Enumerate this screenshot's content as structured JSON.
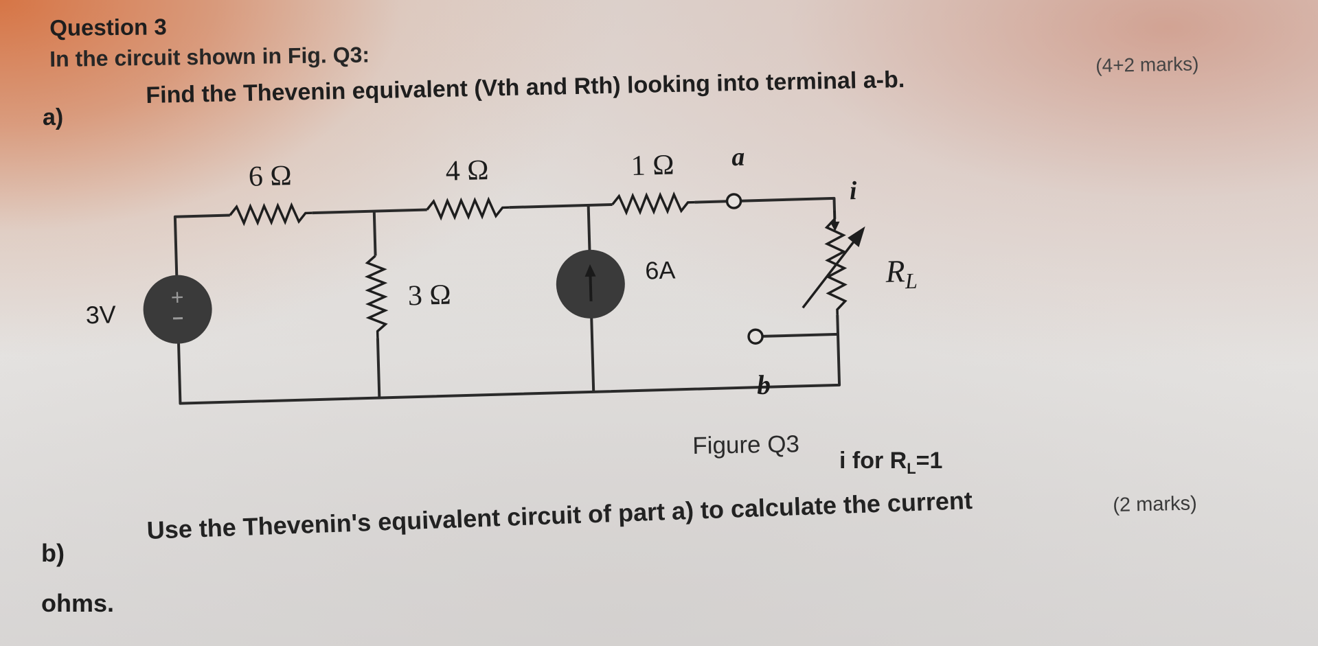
{
  "question": {
    "title": "Question 3",
    "intro": "In the circuit shown in Fig. Q3:"
  },
  "part_a": {
    "label": "a)",
    "text": "Find the Thevenin equivalent (Vth and Rth) looking into terminal a-b.",
    "marks": "(4+2 marks)"
  },
  "figure": {
    "caption": "Figure Q3",
    "labels": {
      "r1": "6 Ω",
      "r2": "4 Ω",
      "r3": "1 Ω",
      "r_shunt": "3 Ω",
      "voltage_source": "3V",
      "current_source": "6A",
      "load": "R",
      "load_sub": "L",
      "terminal_a": "a",
      "terminal_b": "b",
      "current": "i"
    }
  },
  "part_b": {
    "label": "b)",
    "text": "Use the Thevenin's equivalent circuit of part a) to calculate the current",
    "line1_tail": "i for R",
    "line1_sub": "L",
    "line1_value": "=1",
    "tail": "ohms.",
    "marks": "(2 marks)"
  },
  "colors": {
    "ink": "#1e1e1e",
    "source_fill": "#3a3a3a",
    "wire": "#2a2a2a"
  }
}
